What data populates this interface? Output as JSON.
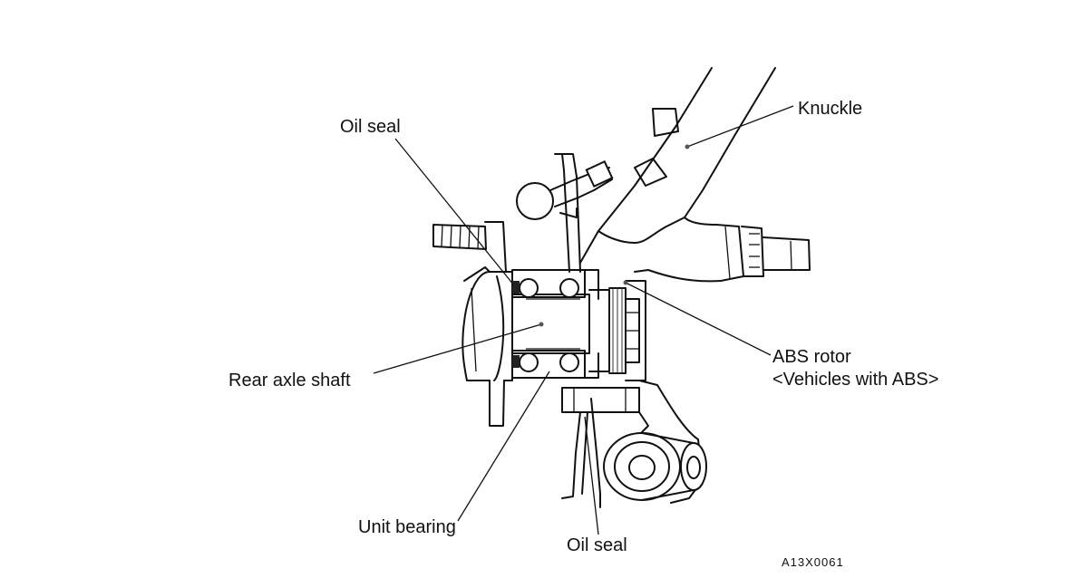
{
  "diagram": {
    "labels": {
      "oil_seal_top": "Oil seal",
      "knuckle": "Knuckle",
      "rear_axle_shaft": "Rear axle shaft",
      "abs_rotor_line1": "ABS rotor",
      "abs_rotor_line2": "<Vehicles with ABS>",
      "unit_bearing": "Unit bearing",
      "oil_seal_bottom": "Oil seal"
    },
    "figure_code": "A13X0061"
  }
}
